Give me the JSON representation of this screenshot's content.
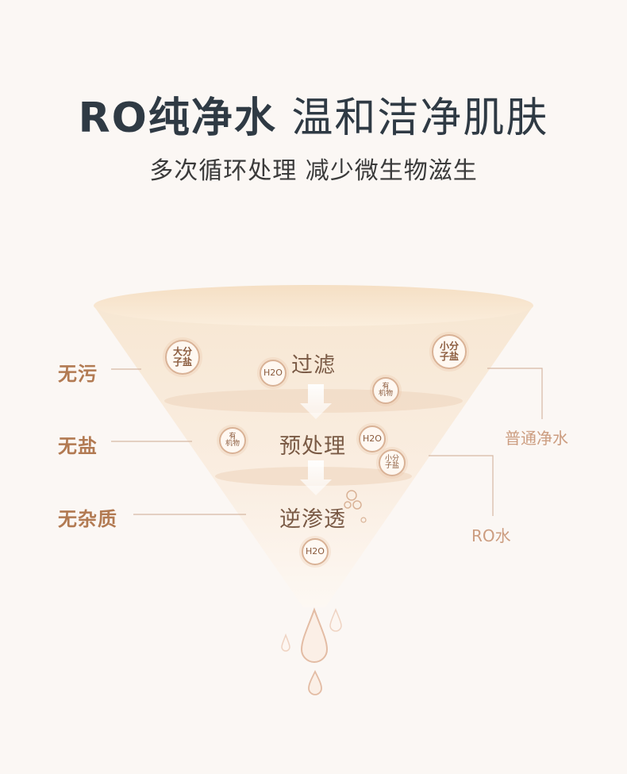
{
  "header": {
    "title_bold": "RO纯净水",
    "title_light": "温和洁净肌肤",
    "subtitle": "多次循环处理 减少微生物滋生"
  },
  "benefits": [
    "无污",
    "无盐",
    "无杂质"
  ],
  "stages": [
    "过滤",
    "预处理",
    "逆渗透"
  ],
  "outputs": {
    "ordinary_water": "普通净水",
    "ro_water": "RO水"
  },
  "badges": {
    "large_salt": [
      "大分",
      "子盐"
    ],
    "small_salt": [
      "小分",
      "子盐"
    ],
    "organic": [
      "有",
      "机物"
    ],
    "h2o": "H2O"
  },
  "colors": {
    "accent": "#b27a52",
    "title": "#2f3a44",
    "funnel": "#f6e8d6",
    "line": "#d6b8a4"
  }
}
